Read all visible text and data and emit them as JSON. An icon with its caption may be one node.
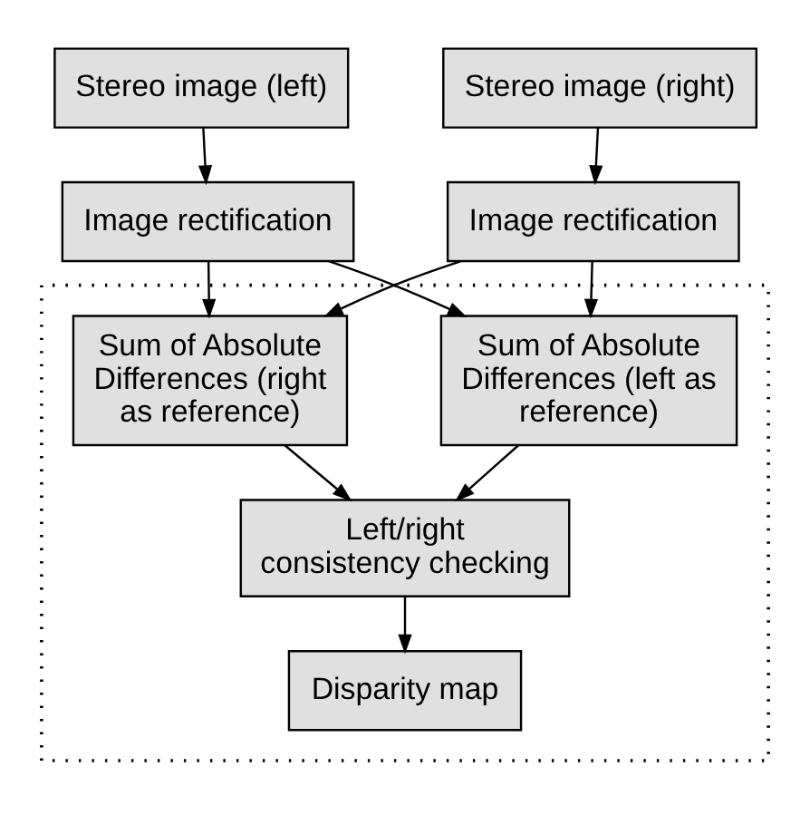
{
  "diagram": {
    "nodes": [
      {
        "text": [
          "Stereo image (left)"
        ]
      },
      {
        "text": [
          "Stereo image (right)"
        ]
      },
      {
        "text": [
          "Image rectification"
        ]
      },
      {
        "text": [
          "Image rectification"
        ]
      },
      {
        "text": [],
        "shape": "box"
      },
      {
        "text": [
          "Sum of Absolute Differences (left as reference)"
        ],
        "in": 4
      },
      {
        "text": [
          "Sum of Absolute Differences (right as reference)"
        ],
        "in": 4
      },
      {
        "text": [
          "Left/right consistency checking"
        ],
        "in": 4
      },
      {
        "text": [
          "Disparity map"
        ],
        "in": 4
      }
    ],
    "edges": [
      {
        "from": 0,
        "to": 2,
        "arrow": "to"
      },
      {
        "from": 1,
        "to": 3,
        "arrow": "to"
      },
      {
        "from": 2,
        "to": 5,
        "arrow": "to"
      },
      {
        "from": 2,
        "to": 6,
        "arrow": "to"
      },
      {
        "from": 3,
        "to": 5,
        "arrow": "to"
      },
      {
        "from": 3,
        "to": 6,
        "arrow": "to"
      },
      {
        "from": 5,
        "to": 7,
        "arrow": "to"
      },
      {
        "from": 6,
        "to": 7,
        "arrow": "to"
      },
      {
        "from": 7,
        "to": 8,
        "arrow": "to"
      }
    ]
  }
}
